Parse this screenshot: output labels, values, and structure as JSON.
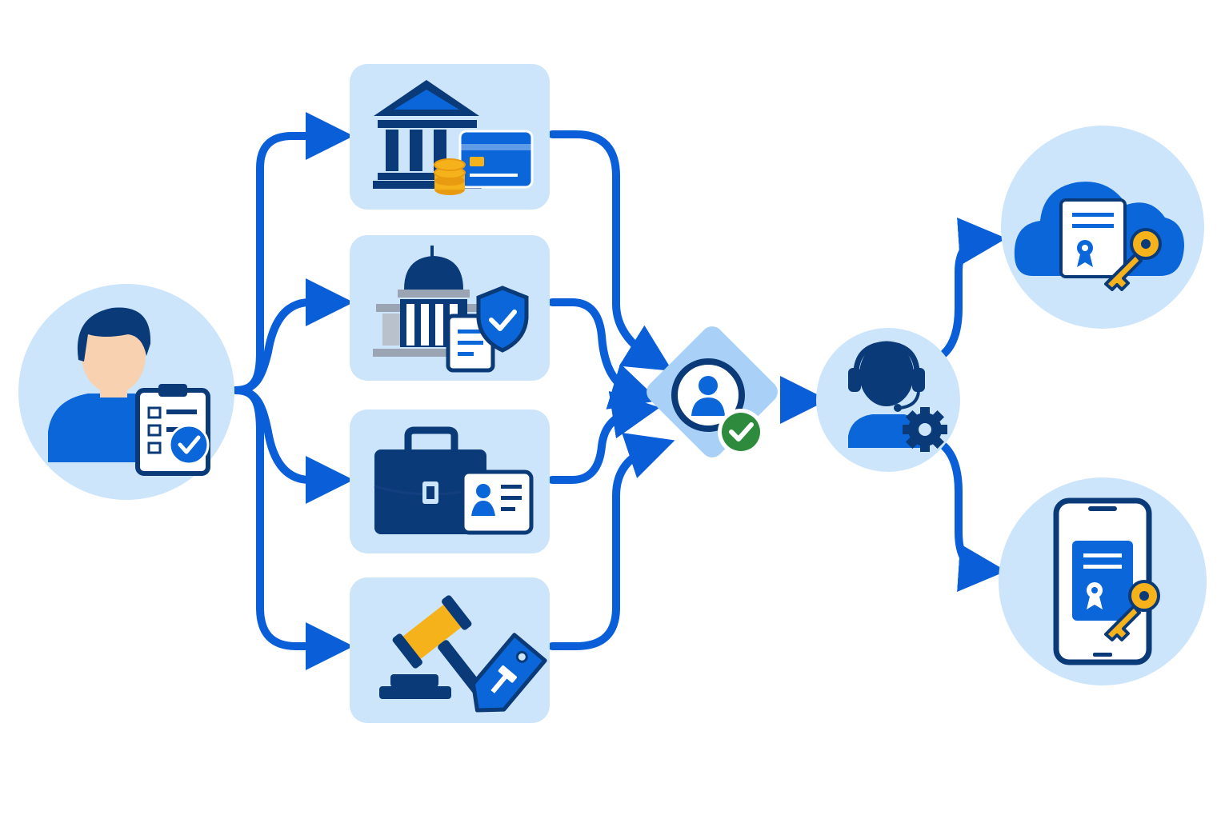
{
  "colors": {
    "flow": "#0a5fd9",
    "navy": "#0b3a78",
    "blue": "#0a66d9",
    "tile": "#cce5fb",
    "tile_dark": "#a9d1f7",
    "gold": "#f6b21b",
    "green": "#2e8b3e",
    "skin": "#f8d2b0",
    "grey": "#9aa4b2"
  },
  "nodes": {
    "applicant": {
      "icon": "person-with-checked-clipboard-icon"
    },
    "services": [
      {
        "name": "bank-service",
        "icon": "bank-building-with-card-and-coins-icon"
      },
      {
        "name": "government-service",
        "icon": "capitol-building-with-shield-and-document-icon"
      },
      {
        "name": "employment-service",
        "icon": "briefcase-with-id-card-icon"
      },
      {
        "name": "auction-service",
        "icon": "gavel-with-price-tag-icon"
      }
    ],
    "identity_verification": {
      "icon": "user-verified-check-icon"
    },
    "support_agent": {
      "icon": "headset-agent-with-gear-icon"
    },
    "outputs": [
      {
        "name": "cloud-certificate",
        "icon": "cloud-certificate-key-icon"
      },
      {
        "name": "mobile-certificate",
        "icon": "smartphone-certificate-key-icon"
      }
    ]
  }
}
